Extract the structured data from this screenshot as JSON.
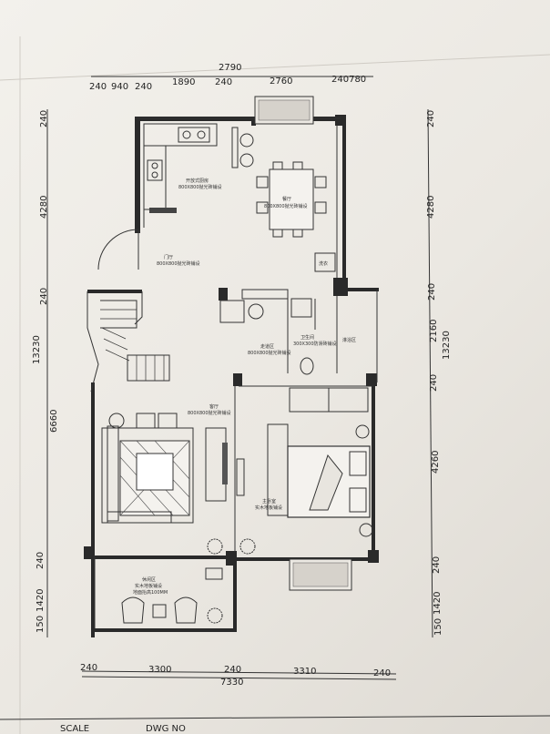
{
  "dimensions": {
    "top": [
      "240",
      "940",
      "240",
      "1890",
      "240",
      "2760",
      "240780"
    ],
    "top_cut": "2790",
    "bottom": [
      "240",
      "3300",
      "240",
      "3310",
      "240"
    ],
    "bottom_total": "7330",
    "left": [
      "240",
      "4280",
      "240",
      "13230",
      "6660",
      "240",
      "1420",
      "150"
    ],
    "right": [
      "240",
      "4280",
      "240",
      "2160",
      "13230",
      "240",
      "4260",
      "240",
      "1420",
      "150"
    ]
  },
  "rooms": {
    "kitchen": [
      "开放式厨房",
      "800X800抛光砖铺设"
    ],
    "dining": [
      "餐厅",
      "800X800抛光砖铺设"
    ],
    "foyer": [
      "门厅",
      "800X800抛光砖铺设"
    ],
    "corridor": [
      "走道区",
      "800X800抛光砖铺设"
    ],
    "bathroom": [
      "卫生间",
      "300X300防滑砖铺设"
    ],
    "shower": "淋浴区",
    "living": [
      "客厅",
      "800X800抛光砖铺设"
    ],
    "master": [
      "主卧室",
      "实木地板铺设"
    ],
    "balcony": [
      "休闲区",
      "实木地板铺设",
      "地面抬高100MM"
    ],
    "washer": "洗衣"
  },
  "title_block": {
    "scale_label": "SCALE",
    "dwg_label": "DWG NO"
  }
}
